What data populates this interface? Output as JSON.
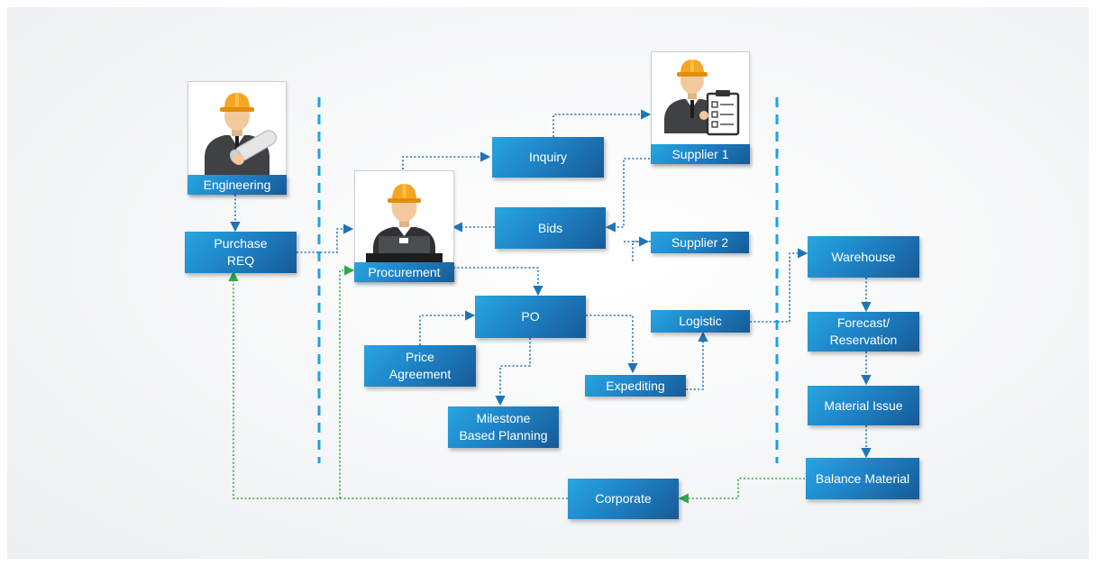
{
  "nodes": {
    "engineering": "Engineering",
    "purchase_req": [
      "Purchase",
      "REQ"
    ],
    "procurement": "Procurement",
    "inquiry": "Inquiry",
    "bids": "Bids",
    "supplier1": "Supplier 1",
    "supplier2": "Supplier 2",
    "po": "PO",
    "price_agreement": [
      "Price",
      "Agreement"
    ],
    "milestone": [
      "Milestone",
      "Based Planning"
    ],
    "expediting": "Expediting",
    "logistic": "Logistic",
    "warehouse": "Warehouse",
    "forecast": "Forecast/ Reservation",
    "material_issue": "Material Issue",
    "balance_material": "Balance Material",
    "corporate": "Corporate"
  },
  "colors": {
    "box_light": "#27a6e1",
    "box_dark": "#175a96",
    "flow_link": "#1f74b8",
    "return_link": "#2ea84a",
    "divider": "#1aa3e8",
    "helmet": "#f5a623"
  }
}
